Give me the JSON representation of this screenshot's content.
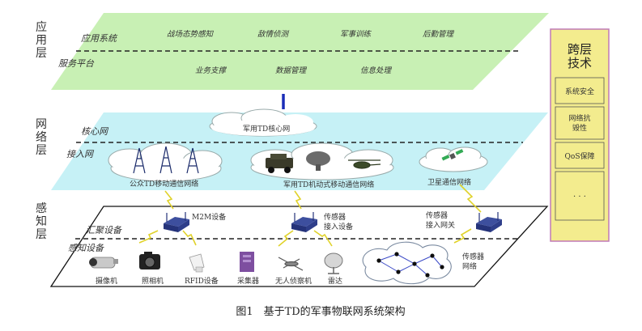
{
  "layers": {
    "application": "应\n用\n层",
    "network": "网\n络\n层",
    "perception": "感\n知\n层"
  },
  "app_plane": {
    "sub1": "应用系统",
    "sub2": "服务平台",
    "items_top": [
      "战场态势感知",
      "敌情侦测",
      "军事训练",
      "后勤管理"
    ],
    "items_bottom": [
      "业务支撑",
      "数据管理",
      "信息处理"
    ],
    "color": "#c8f0b4"
  },
  "net_plane": {
    "core": "核心网",
    "access": "接入网",
    "core_cloud": "军用TD核心网",
    "clouds": [
      "公众TD移动通信网络",
      "军用TD机动式移动通信网络",
      "卫星通信网络"
    ],
    "color": "#c6f1f6"
  },
  "sense_plane": {
    "aggregation": "汇聚设备",
    "sensing": "感知设备",
    "gateways": [
      "M2M设备",
      "传感器\n接入设备",
      "传感器\n接入网关"
    ],
    "devices": [
      "摄像机",
      "照相机",
      "RFID设备",
      "采集器",
      "无人侦察机",
      "雷达"
    ],
    "sensor_net": "传感器\n网络"
  },
  "cross": {
    "title": "跨层\n技术",
    "items": [
      "系统安全",
      "网络抗\n毁性",
      "QoS保障",
      "· · ·"
    ],
    "color": "#f3ec8e",
    "border": "#c07ab8"
  },
  "caption": "图1　基于TD的军事物联网系统架构"
}
